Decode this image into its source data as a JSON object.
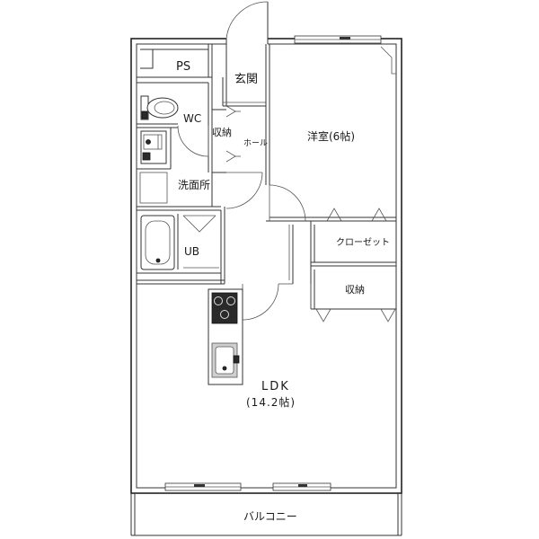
{
  "floorplan": {
    "rooms": {
      "ps": "PS",
      "entrance": "玄関",
      "wc": "WC",
      "storage_small": "収納",
      "hall": "ホール",
      "western_room": "洋室(6帖)",
      "washroom": "洗面所",
      "unit_bath": "UB",
      "closet": "クローゼット",
      "storage": "収納",
      "ldk_name": "LDK",
      "ldk_size": "(14.2帖)",
      "balcony": "バルコニー"
    },
    "icons": [
      "toilet-icon",
      "washbasin-icon",
      "washing-machine-pan-icon",
      "bathtub-icon",
      "stove-icon",
      "kitchen-sink-icon",
      "door-swing-icon",
      "window-icon"
    ],
    "colors": {
      "line": "#222222",
      "background": "#ffffff",
      "fixture_dark": "#2a2a2a"
    }
  }
}
